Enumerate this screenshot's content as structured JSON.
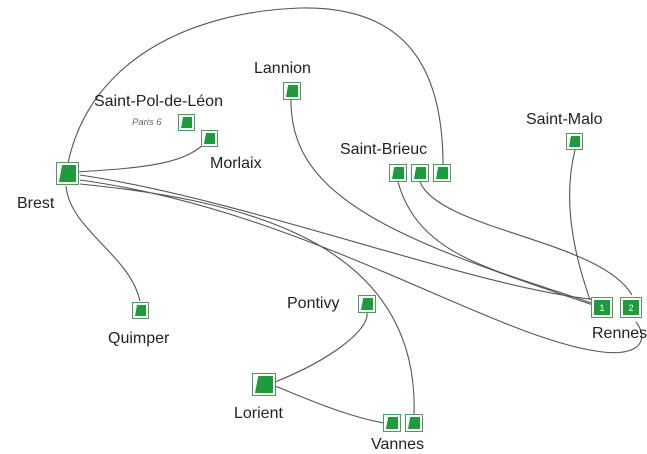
{
  "stations": {
    "brest": "Brest",
    "saint_pol": "Saint-Pol-de-Léon",
    "saint_pol_note": "Paris 6",
    "morlaix": "Morlaix",
    "lannion": "Lannion",
    "saint_brieuc": "Saint-Brieuc",
    "saint_malo": "Saint-Malo",
    "rennes": "Rennes",
    "pontivy": "Pontivy",
    "quimper": "Quimper",
    "lorient": "Lorient",
    "vannes": "Vannes"
  },
  "platforms": {
    "rennes_1": "1",
    "rennes_2": "2"
  },
  "colors": {
    "node_fill": "#1f9a3c",
    "node_border": "#4f9a5a",
    "line": "#555555"
  }
}
